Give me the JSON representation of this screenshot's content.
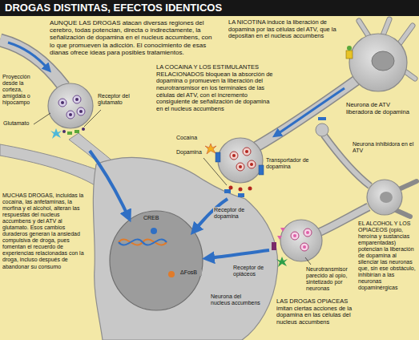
{
  "diagram": {
    "title": "DROGAS DISTINTAS, EFECTOS IDENTICOS",
    "labels": [
      "AUNQUE LAS DROGAS atacan diversas regiones del cerebro, todas potencian, directa o indirectamente, la señalización de dopamina en el nucleus accumbens, con lo que promueven la adicción. El conocimiento de esas dianas ofrece ideas para posibles tratamientos.",
      "LA NICOTINA induce la liberación de dopamina por las células del ATV, que la depositan en el nucleus accumbens",
      "LA COCAINA Y LOS ESTIMULANTES RELACIONADOS bloquean la absorción de dopamina o promueven la liberación del neurotransmisor en los terminales de las células del ATV, con el incremento consiguiente de señalización de dopamina en el nucleus accumbens",
      "Proyección desde la corteza, amígdala o hipocampo",
      "Receptor del glutamato",
      "Glutamato",
      "Neurona de ATV liberadora de dopamina",
      "Transportador de dopamina",
      "Cocaína",
      "Neurona inhibidora en el ATV",
      "Dopamina",
      "Receptor de dopamina",
      "CREB",
      "MUCHAS DROGAS, incluidas la cocaína, las anfetaminas, la morfina y el alcohol, alteran las respuestas del nucleus accumbens y del ATV al glutamato. Esos cambios duraderos generan la ansiedad compulsiva de droga, pues fomentan el recuerdo de experiencias relacionadas con la droga, incluso después de abandonar su consumo",
      "ΔFosB",
      "Receptor de opiáceos",
      "Neurotransmisor parecido al opio, sintetizado por neuronas",
      "Neurona del nucleus accumbens",
      "EL ALCOHOL Y LOS OPIACEOS (opio, heroína y sustancias emparentadas) potencian la liberación de dopamina al silenciar las neuronas que, sin ese obstáculo, inhibirían a las neuronas dopaminérgicas",
      "LAS DROGAS OPIACEAS imitan ciertas acciones de la dopamina en las células del nucleus accumbens"
    ]
  }
}
